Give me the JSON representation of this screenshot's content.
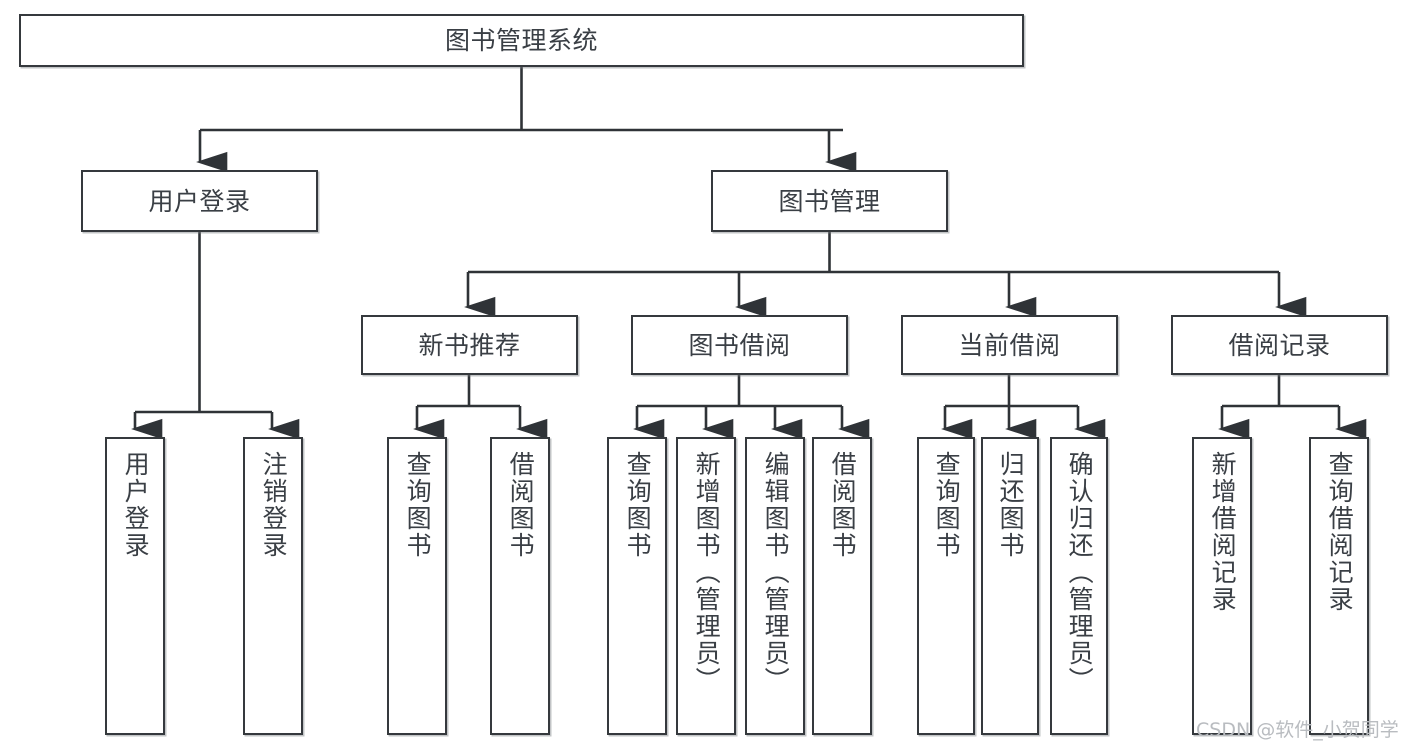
{
  "diagram": {
    "title": "图书管理系统",
    "type": "functional-structure-tree",
    "palette": {
      "box_border": "#35393d",
      "box_fill": "#ffffff",
      "text": "#3a3f45",
      "connector": "#2f3337",
      "watermark": "#b9bcc0",
      "background": "#ffffff"
    },
    "root": {
      "label": "图书管理系统"
    },
    "level2": [
      {
        "label": "用户登录"
      },
      {
        "label": "图书管理"
      }
    ],
    "level3": [
      {
        "label": "新书推荐"
      },
      {
        "label": "图书借阅"
      },
      {
        "label": "当前借阅"
      },
      {
        "label": "借阅记录"
      }
    ],
    "leaves": {
      "user_login": [
        {
          "label": "用户登录"
        },
        {
          "label": "注销登录"
        }
      ],
      "new_book_recommend": [
        {
          "label": "查询图书"
        },
        {
          "label": "借阅图书"
        }
      ],
      "book_borrow": [
        {
          "label": "查询图书"
        },
        {
          "label": "新增图书（管理员）"
        },
        {
          "label": "编辑图书（管理员）"
        },
        {
          "label": "借阅图书"
        }
      ],
      "current_borrow": [
        {
          "label": "查询图书"
        },
        {
          "label": "归还图书"
        },
        {
          "label": "确认归还（管理员）"
        }
      ],
      "borrow_record": [
        {
          "label": "新增借阅记录"
        },
        {
          "label": "查询借阅记录"
        }
      ]
    },
    "watermark": "CSDN @软件_小贺同学"
  }
}
